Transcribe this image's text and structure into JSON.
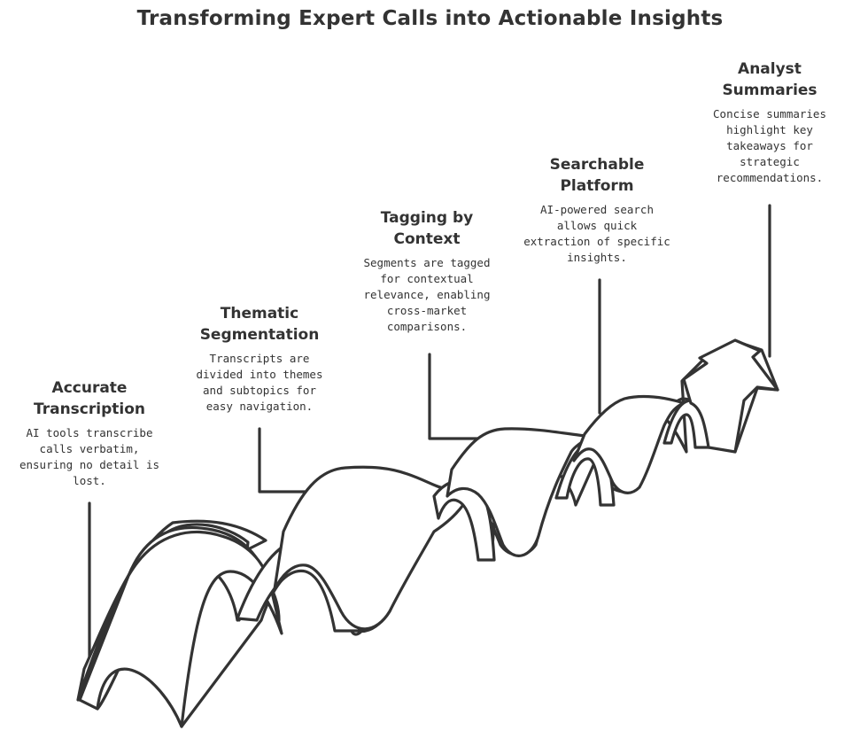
{
  "title": "Transforming Expert Calls into Actionable Insights",
  "colors": {
    "stroke": "#333333",
    "fill": "#ffffff",
    "text": "#333333"
  },
  "steps": [
    {
      "title": "Accurate\nTranscription",
      "description": "AI tools transcribe\ncalls verbatim,\nensuring no detail is\nlost."
    },
    {
      "title": "Thematic\nSegmentation",
      "description": "Transcripts are\ndivided into themes\nand subtopics for\neasy navigation."
    },
    {
      "title": "Tagging by\nContext",
      "description": "Segments are tagged\nfor contextual\nrelevance, enabling\ncross-market\ncomparisons."
    },
    {
      "title": "Searchable\nPlatform",
      "description": "AI-powered search\nallows quick\nextraction of specific\ninsights."
    },
    {
      "title": "Analyst\nSummaries",
      "description": "Concise summaries\nhighlight key\ntakeaways for\nstrategic\nrecommendations."
    }
  ]
}
